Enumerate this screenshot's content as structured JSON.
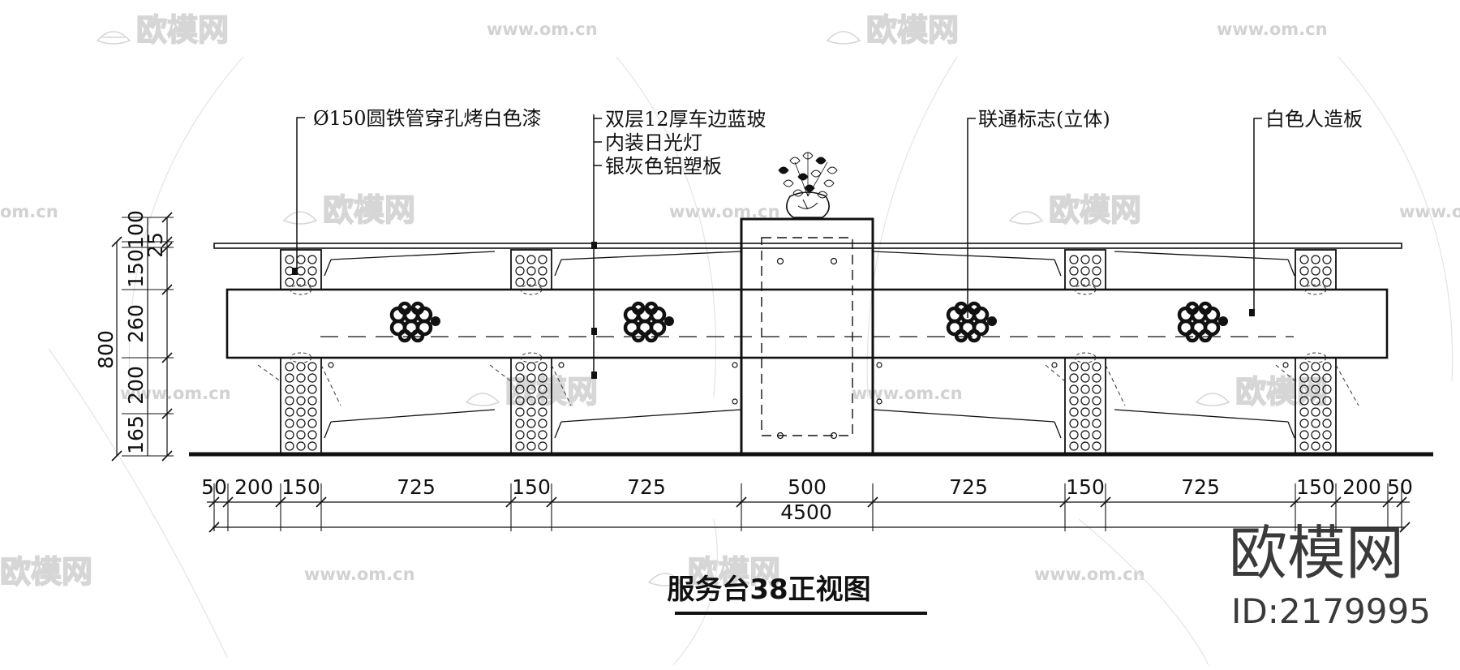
{
  "drawing": {
    "title": "服务台38正视图",
    "callouts": {
      "pipe": "Ø150圆铁管穿孔烤白色漆",
      "glass": "双层12厚车边蓝玻",
      "lamp": "内装日光灯",
      "panel": "银灰色铝塑板",
      "logo": "联通标志(立体)",
      "board": "白色人造板"
    },
    "dims": {
      "bottom": [
        "50",
        "200",
        "150",
        "725",
        "150",
        "725",
        "500",
        "725",
        "150",
        "725",
        "150",
        "200",
        "50"
      ],
      "total": "4500",
      "left_parts": [
        "100",
        "25",
        "150",
        "260",
        "200",
        "165"
      ],
      "left_total": "800"
    }
  },
  "brand": {
    "name": "欧模网",
    "id": "ID:2179995",
    "watermark_name": "欧模网",
    "watermark_url": "www.om.cn",
    "watermark_url_short": "om.cn"
  },
  "colors": {
    "ink": "#111111",
    "watermark": "#d6d6d6",
    "brand": "#3a3a3a"
  }
}
